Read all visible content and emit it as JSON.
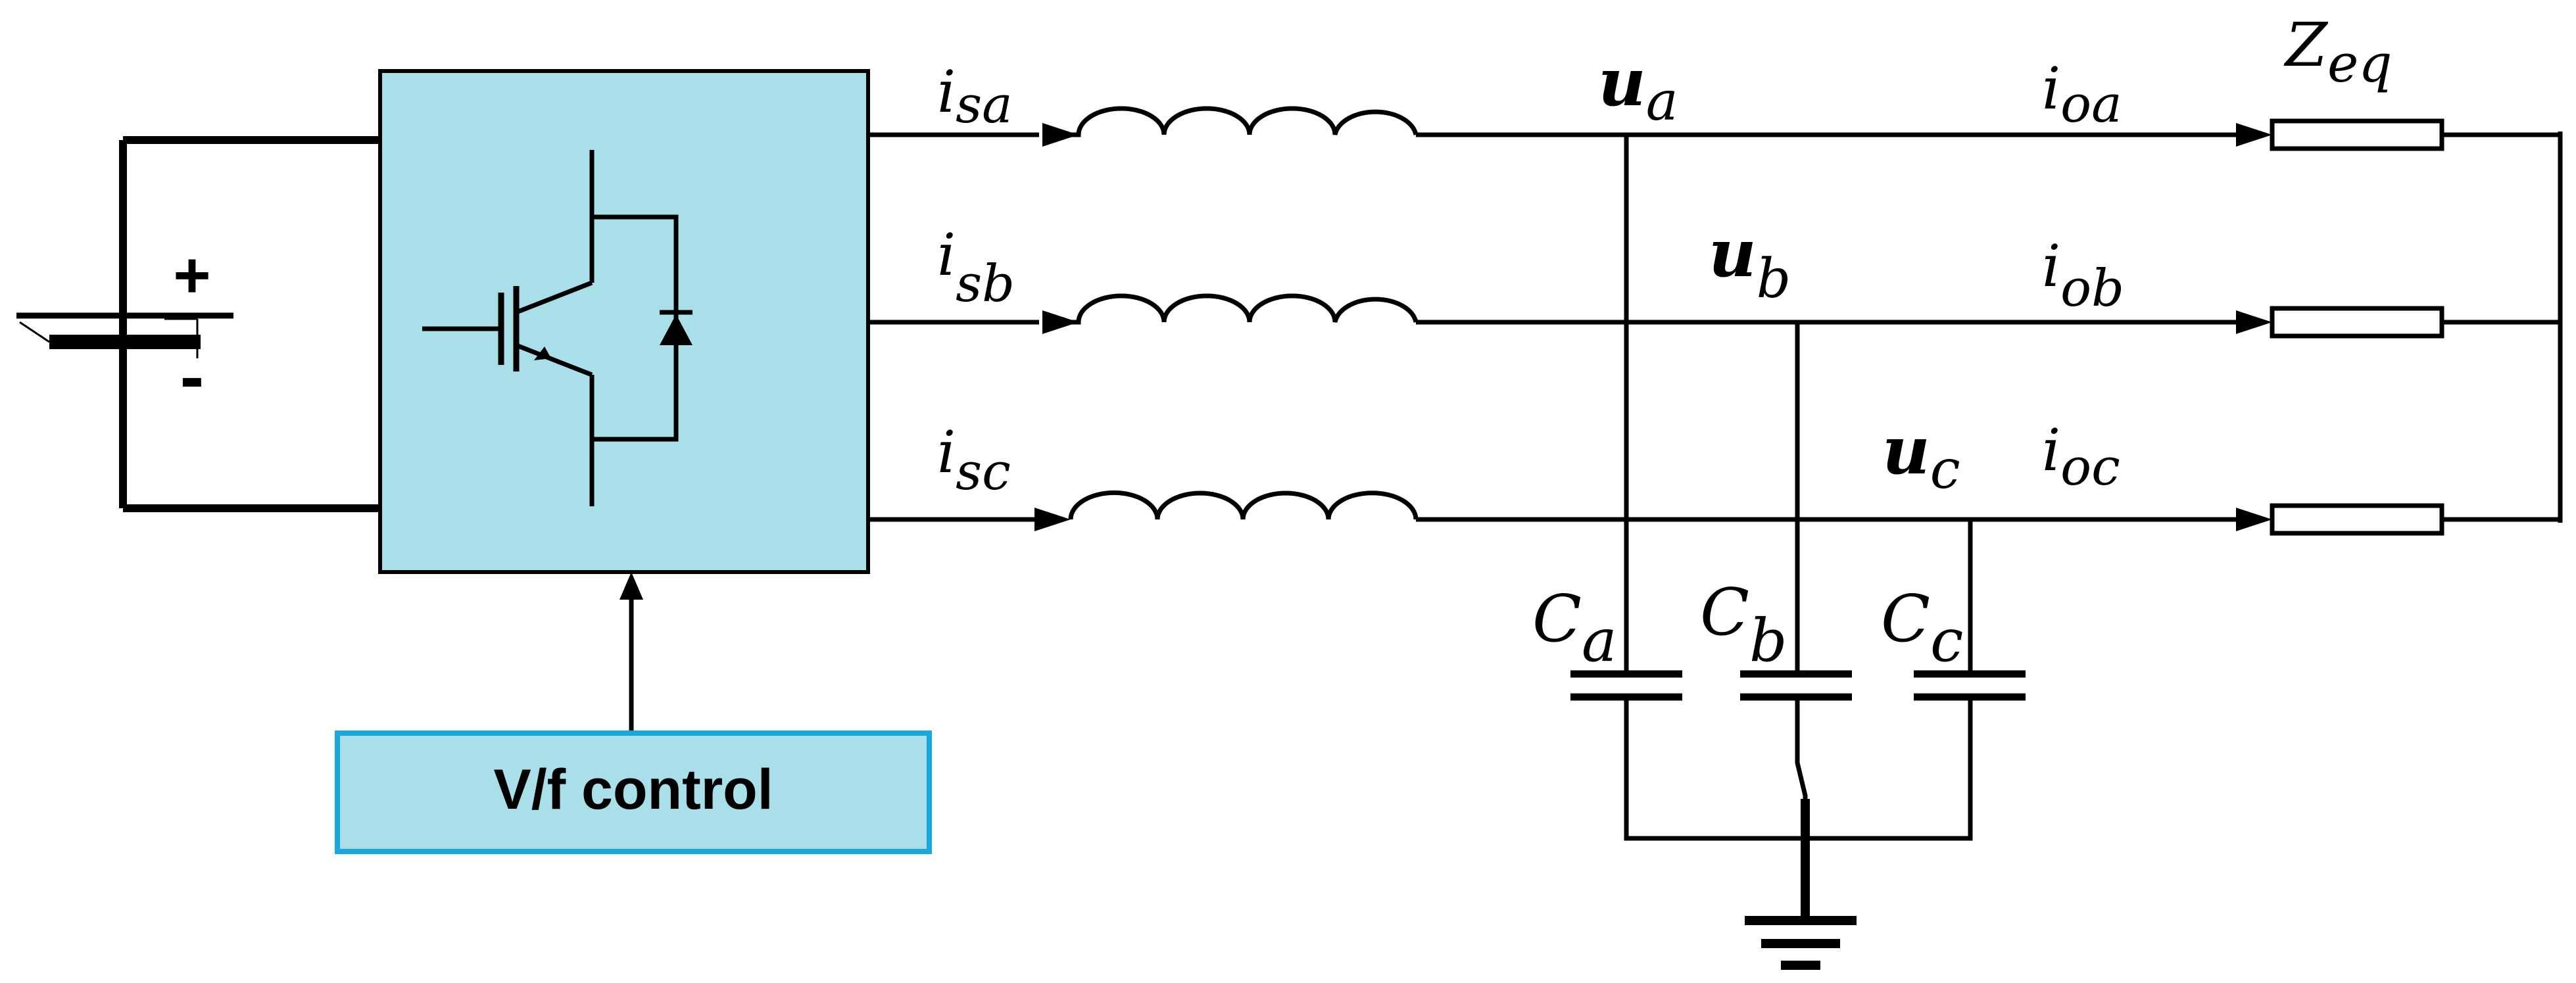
{
  "colors": {
    "inverter_fill": "#a8dfe9",
    "control_fill": "#a8dfe9",
    "control_border": "#1aa7e0",
    "wire": "#000000"
  },
  "battery": {
    "plus": "+",
    "minus": "-"
  },
  "control_block": {
    "label": "V/f control"
  },
  "currents": {
    "isa": {
      "main": "i",
      "sub": "sa"
    },
    "isb": {
      "main": "i",
      "sub": "sb"
    },
    "isc": {
      "main": "i",
      "sub": "sc"
    },
    "ioa": {
      "main": "i",
      "sub": "oa"
    },
    "iob": {
      "main": "i",
      "sub": "ob"
    },
    "ioc": {
      "main": "i",
      "sub": "oc"
    }
  },
  "voltages": {
    "ua": {
      "main": "u",
      "sub": "a"
    },
    "ub": {
      "main": "u",
      "sub": "b"
    },
    "uc": {
      "main": "u",
      "sub": "c"
    }
  },
  "capacitors": {
    "ca": {
      "main": "C",
      "sub": "a"
    },
    "cb": {
      "main": "C",
      "sub": "b"
    },
    "cc": {
      "main": "C",
      "sub": "c"
    }
  },
  "load": {
    "main": "Z",
    "sub": "eq"
  },
  "icons": {
    "switch": "igbt-icon",
    "diode": "diode-icon",
    "battery": "battery-icon",
    "inductor": "inductor-icon",
    "capacitor": "capacitor-icon",
    "ground": "ground-icon",
    "resistor": "impedance-icon"
  }
}
